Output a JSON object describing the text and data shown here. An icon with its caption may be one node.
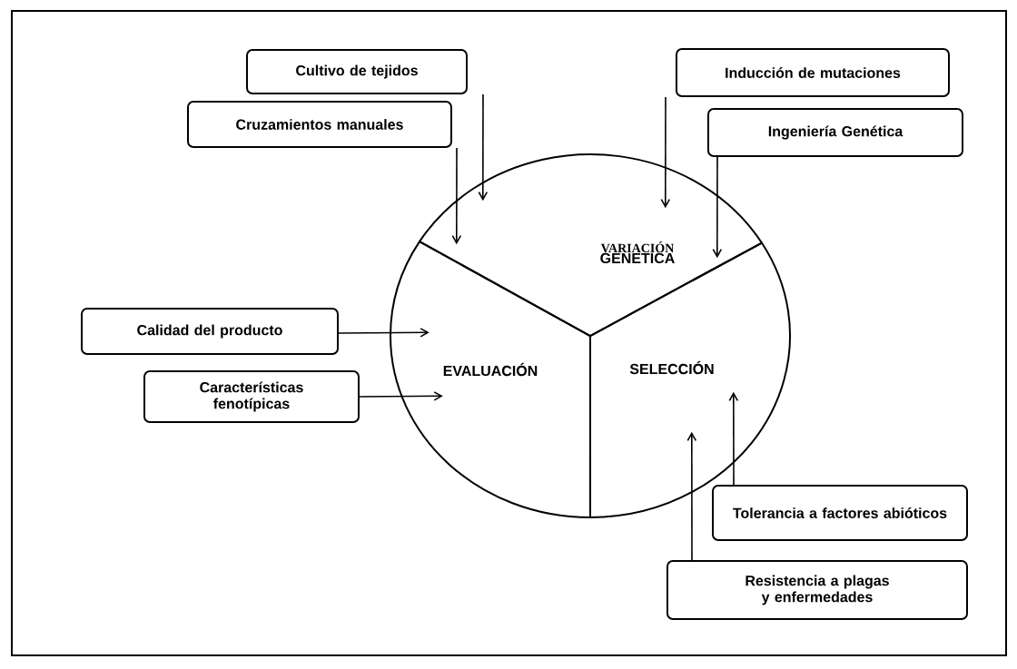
{
  "diagram": {
    "nodes": [
      {
        "text": [
          "VARIACIÓN",
          "GENETICA"
        ]
      },
      {
        "text": [
          "EVALUACIÓN"
        ]
      },
      {
        "text": [
          "SELECCIÓN"
        ]
      },
      {
        "text": [
          "Cultivo de tejidos"
        ]
      },
      {
        "text": [
          "Inducción de mutaciones"
        ]
      },
      {
        "text": [
          "Cruzamientos manuales"
        ]
      },
      {
        "text": [
          "Ingeniería Genética"
        ]
      },
      {
        "text": [
          "Calidad del producto"
        ]
      },
      {
        "text": [
          "Características fenotípicas"
        ]
      },
      {
        "text": [
          "Tolerancia a factores abióticos"
        ]
      },
      {
        "text": [
          "Resistencia a plagas y enfermedades"
        ]
      }
    ],
    "edges": [
      {
        "from": 3,
        "to": 0,
        "arrow": "to"
      },
      {
        "from": 4,
        "to": 0,
        "arrow": "to"
      },
      {
        "from": 5,
        "to": 0,
        "arrow": "to"
      },
      {
        "from": 6,
        "to": 0,
        "arrow": "to"
      },
      {
        "from": 7,
        "to": 1,
        "arrow": "to"
      },
      {
        "from": 8,
        "to": 1,
        "arrow": "to"
      },
      {
        "from": 9,
        "to": 2,
        "arrow": "to"
      },
      {
        "from": 10,
        "to": 2,
        "arrow": "to"
      }
    ]
  }
}
